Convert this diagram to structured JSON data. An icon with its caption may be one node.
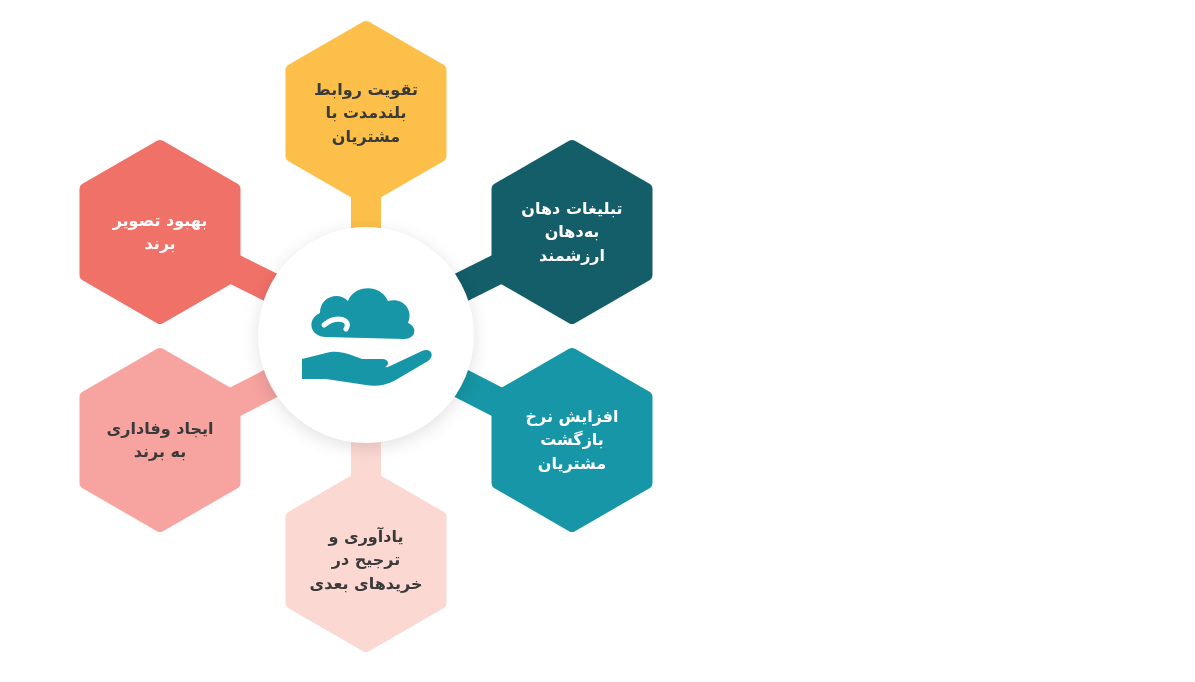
{
  "diagram": {
    "nodes": [
      {
        "text": [
          "تقویت روابط بلندمدت با مشتریان"
        ]
      },
      {
        "text": [
          "بهبود تصویر برند"
        ]
      },
      {
        "text": [
          "تبلیغات دهان به‌دهان ارزشمند"
        ]
      },
      {
        "text": [],
        "shape": "circle"
      },
      {
        "text": [
          "ایجاد وفاداری به برند"
        ]
      },
      {
        "text": [
          "افزایش نرخ بازگشت مشتریان"
        ]
      },
      {
        "text": [
          "یادآوری و ترجیح در خریدهای بعدی"
        ]
      }
    ],
    "edges": [
      {
        "from": 0,
        "to": 3,
        "arrow": "none",
        "color": "#fcc04a"
      },
      {
        "from": 1,
        "to": 3,
        "arrow": "none",
        "color": "#f07168"
      },
      {
        "from": 2,
        "to": 3,
        "arrow": "none",
        "color": "#135e68"
      },
      {
        "from": 4,
        "to": 3,
        "arrow": "none",
        "color": "#f7a3a0"
      },
      {
        "from": 5,
        "to": 3,
        "arrow": "none",
        "color": "#1696a6"
      },
      {
        "from": 6,
        "to": 3,
        "arrow": "none",
        "color": "#fbd8d2"
      }
    ]
  }
}
